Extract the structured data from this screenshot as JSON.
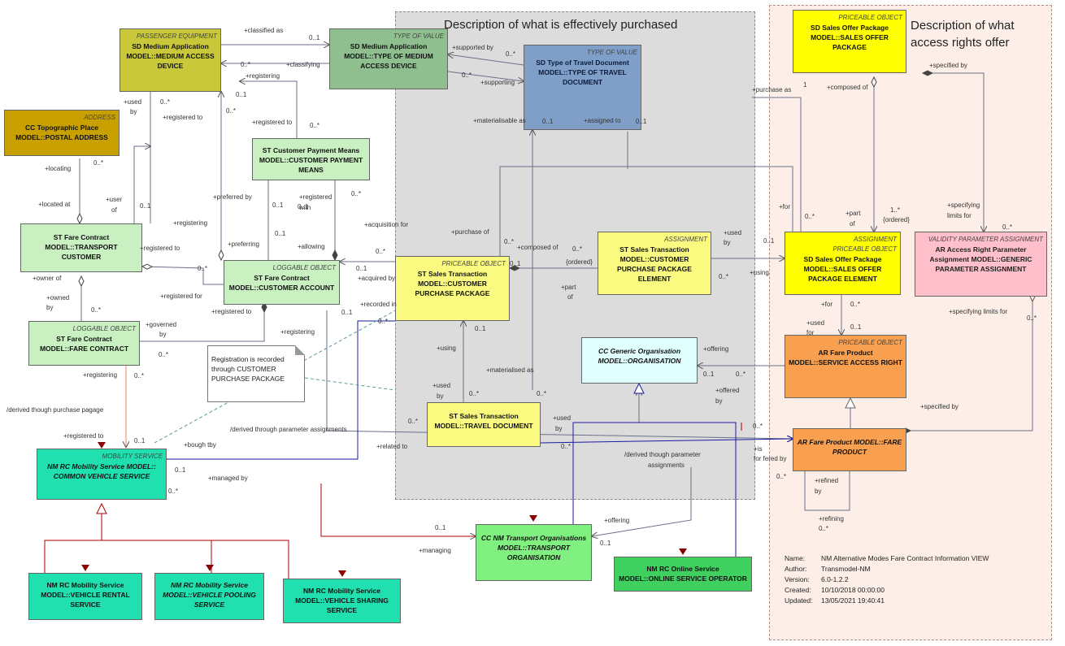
{
  "regions": {
    "purchased_title": "Description of what is effectively purchased",
    "access_title_line1": "Description of what",
    "access_title_line2": "access rights offer"
  },
  "boxes": {
    "medium_device": {
      "stereotype": "PASSENGER EQUIPMENT",
      "name": "SD Medium Application MODEL::MEDIUM ACCESS DEVICE",
      "color": "#c8c83a"
    },
    "type_of_medium": {
      "stereotype": "TYPE OF VALUE",
      "name": "SD Medium Application MODEL::TYPE OF MEDIUM ACCESS DEVICE",
      "color": "#8fbf8f"
    },
    "type_of_travel_doc": {
      "stereotype": "TYPE OF VALUE",
      "name": "SD Type of Travel Document MODEL::TYPE OF TRAVEL DOCUMENT",
      "color": "#7f9fc8"
    },
    "postal_address": {
      "stereotype": "ADDRESS",
      "name": "CC Topographic Place MODEL::POSTAL ADDRESS",
      "color": "#c8a000"
    },
    "customer_payment": {
      "stereotype": "",
      "name": "ST Customer Payment Means MODEL::CUSTOMER PAYMENT MEANS",
      "color": "#c8f0c0"
    },
    "transport_customer": {
      "stereotype": "",
      "name": "ST Fare Contract MODEL::TRANSPORT CUSTOMER",
      "color": "#c8f0c0"
    },
    "customer_account": {
      "stereotype": "LOGGABLE OBJECT",
      "name": "ST Fare Contract MODEL::CUSTOMER ACCOUNT",
      "color": "#c8f0c0"
    },
    "fare_contract": {
      "stereotype": "LOGGABLE OBJECT",
      "name": "ST Fare Contract MODEL::FARE CONTRACT",
      "color": "#c8f0c0"
    },
    "customer_purchase_package": {
      "stereotype": "PRICEABLE OBJECT",
      "name": "ST Sales Transaction MODEL::CUSTOMER PURCHASE PACKAGE",
      "color": "#fafa80"
    },
    "package_element": {
      "stereotype": "ASSIGNMENT",
      "name": "ST Sales Transaction MODEL::CUSTOMER PURCHASE PACKAGE ELEMENT",
      "color": "#fafa80"
    },
    "travel_document": {
      "stereotype": "",
      "name": "ST Sales Transaction MODEL::TRAVEL DOCUMENT",
      "color": "#fafa80"
    },
    "generic_organisation": {
      "stereotype": "",
      "name": "CC Generic Organisation MODEL::ORGANISATION",
      "color": "#e0ffff"
    },
    "sales_offer_package": {
      "stereotype": "PRICEABLE OBJECT",
      "name": "SD Sales Offer Package MODEL::SALES OFFER PACKAGE",
      "color": "#ffff00"
    },
    "sales_offer_package_element": {
      "stereotype": "ASSIGNMENT",
      "stereotype2": "PRICEABLE OBJECT",
      "name": "SD Sales Offer Package MODEL::SALES OFFER PACKAGE ELEMENT",
      "color": "#ffff00"
    },
    "validity_parameter": {
      "stereotype": "VALIDITY PARAMETER ASSIGNMENT",
      "name": "AR Access Right Parameter Assignment MODEL::GENERIC PARAMETER ASSIGNMENT",
      "color": "#ffc0cb"
    },
    "service_access_right": {
      "stereotype": "PRICEABLE OBJECT",
      "name": "AR Fare Product MODEL::SERVICE ACCESS RIGHT",
      "color": "#f8a050"
    },
    "fare_product": {
      "stereotype": "",
      "name": "AR Fare Product MODEL::FARE PRODUCT",
      "color": "#f8a050"
    },
    "common_vehicle_service": {
      "stereotype": "MOBILITY SERVICE",
      "name": "NM RC Mobility Service MODEL:: COMMON VEHICLE SERVICE",
      "color": "#20e0b0"
    },
    "transport_organisation": {
      "stereotype": "",
      "name": "CC NM Transport Organisations MODEL::TRANSPORT ORGANISATION",
      "color": "#80f080"
    },
    "online_operator": {
      "stereotype": "",
      "name": "NM RC Online Service MODEL::ONLINE SERVICE OPERATOR",
      "color": "#40d060"
    },
    "vehicle_rental": {
      "stereotype": "",
      "name": "NM RC Mobility Service MODEL::VEHICLE RENTAL SERVICE",
      "color": "#20e0b0"
    },
    "vehicle_pooling": {
      "stereotype": "",
      "name": "NM RC Mobility Service MODEL::VEHICLE POOLING SERVICE",
      "color": "#20e0b0"
    },
    "vehicle_sharing": {
      "stereotype": "",
      "name": "NM RC Mobility Service MODEL::VEHICLE SHARING SERVICE",
      "color": "#20e0b0"
    }
  },
  "note": "Registration is recorded through CUSTOMER PURCHASE PACKAGE",
  "labels": {
    "classified_as": "+classified as",
    "classifying": "+classifying",
    "supported_by": "+supported by",
    "supporting": "+supporting",
    "registering_1": "+registering",
    "registered_to_1": "+registered to",
    "registered_to_2": "+registered to",
    "used_by_1": "+used",
    "used_by_1b": "by",
    "locating": "+locating",
    "located_at": "+located at",
    "user_of": "+user",
    "user_of_b": "of",
    "preferred_by": "+preferred by",
    "registered_with": "+registered",
    "registered_with_b": "with",
    "registering_2": "+registering",
    "preferring": "+preferring",
    "allowing": "+allowing",
    "acquisition_for": "+acquisition for",
    "registered_to_3": "+registered to",
    "registered_for": "+registered for",
    "owner_of": "+owner of",
    "owned_by": "+owned",
    "owned_by_b": "by",
    "registered_to_4": "+registered to",
    "governed_by": "+governed",
    "governed_by_b": "by",
    "registering_3": "+registering",
    "registering_4": "+registering",
    "purchase_of": "+purchase of",
    "acquired_by": "+acquired by",
    "recorded_in": "+recorded in",
    "composed_of": "+composed of",
    "ordered_1": "{ordered}",
    "part_of": "+part",
    "part_of_b": "of",
    "materialisable_as": "+materialisable as",
    "assigned_to": "+assigned to",
    "using_1": "+using",
    "used_by_2": "+used",
    "used_by_2b": "by",
    "materialised_as": "+materialised as",
    "used_by_3": "+used",
    "used_by_3b": "by",
    "using_2": "+using",
    "purchase_as": "+purchase as",
    "for_1": "+for",
    "composed_of_2": "+composed of",
    "part_of_2": "+part",
    "part_of_2b": "of",
    "ordered_2": "{ordered}",
    "specified_by": "+specified by",
    "specifying_limits_for": "+specifying",
    "specifying_limits_for_b": "limits for",
    "for_2": "+for",
    "used_for": "+used",
    "used_for_b": "for",
    "specifying_limits_for_2": "+specifying limits for",
    "offering_1": "+offering",
    "offered_by": "+offered",
    "offered_by_b": "by",
    "specified_by_2": "+specified by",
    "is_for_fered_by": "+is",
    "is_for_fered_by_b": "for fered by",
    "refined_by": "+refined",
    "refined_by_b": "by",
    "refining": "+refining",
    "derived_purchase": "/derived though purchase pagage",
    "registered_to_5": "+registered to",
    "derived_param": "/derived through parameter assignments",
    "related_to": "+related to",
    "bough_tby": "+bough tby",
    "managed_by": "+managed by",
    "managing": "+managing",
    "offering_2": "+offering",
    "derived_param_2": "/derived though parameter",
    "derived_param_2b": "assignments"
  },
  "mults": {
    "m01": "0..1",
    "m02": "0..*",
    "m03": "0..*",
    "m04": "0..*",
    "m05": "0..1",
    "m06": "0..*",
    "m07": "0..*",
    "m08": "0..1",
    "m09": "0..*",
    "m10": "0..1",
    "m11": "0..*",
    "m12": "0..1",
    "m13": "0..*",
    "m14": "0..*",
    "m15": "0..1",
    "m16": "0..*",
    "m17": "0..*",
    "m18": "0..*",
    "m19": "0..1",
    "m20": "0..1",
    "m21": "0..*",
    "m22": "0..1",
    "m23": "0..1",
    "m24": "0..*",
    "m25": "0..*",
    "m26": "0..*",
    "m27": "0..1",
    "m28": "1",
    "m29": "0..*",
    "m30": "1..*",
    "m31": "0..*",
    "m32": "0..*",
    "m33": "0..1",
    "m34": "0..*",
    "m35": "0..*",
    "m36": "0..1",
    "m37": "0..*",
    "m38": "0..*",
    "m39": "0..1",
    "m40": "0..*",
    "m41": "0..*",
    "m42": "0..*",
    "m43": "0..1",
    "m44": "0..1",
    "m45": "0..*",
    "m46": "0..1",
    "m47": "0..*",
    "m48": "0..*",
    "m49": "0..1",
    "m50": "0..*",
    "m51": "0..*"
  },
  "meta": {
    "name_k": "Name:",
    "name_v": "NM Alternative Modes Fare Contract Information VIEW",
    "author_k": "Author:",
    "author_v": "Transmodel-NM",
    "version_k": "Version:",
    "version_v": "6.0-1.2.2",
    "created_k": "Created:",
    "created_v": "10/10/2018 00:00:00",
    "updated_k": "Updated:",
    "updated_v": "13/05/2021 19:40:41"
  }
}
